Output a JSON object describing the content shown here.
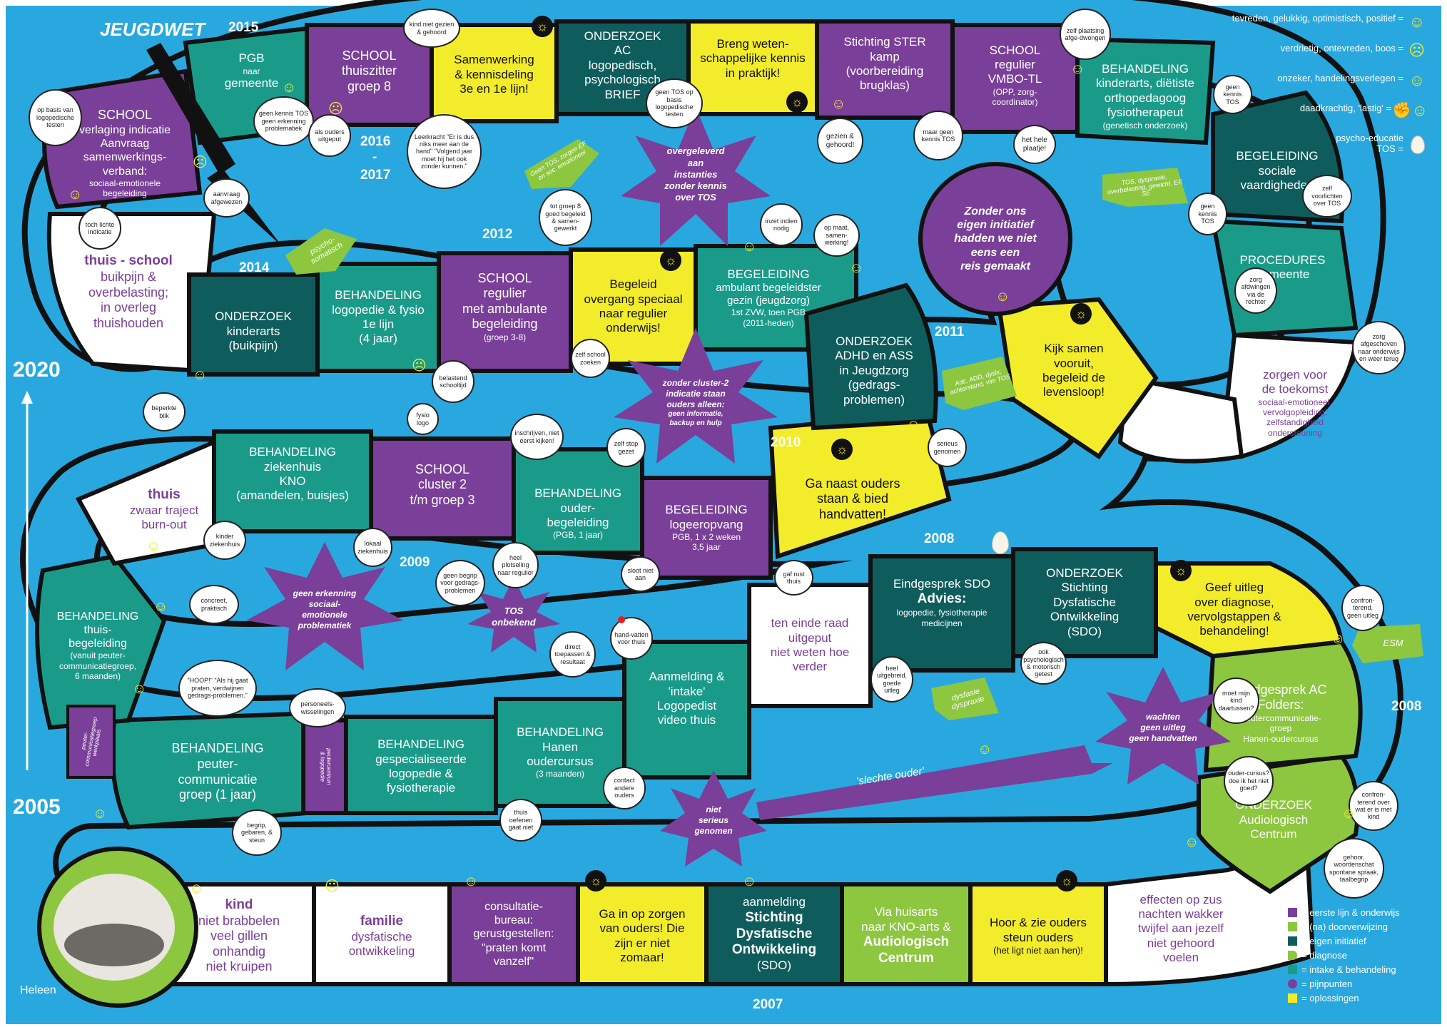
{
  "title": "JEUGDWET",
  "author": "Heleen",
  "axis": {
    "top": "2020",
    "bottom": "2005"
  },
  "years": {
    "y2015": "2015",
    "y2016": "2016",
    "y2016dash": "-",
    "y2017": "2017",
    "y2014": "2014",
    "y2012": "2012",
    "y2011": "2011",
    "y2010": "2010",
    "y2009": "2009",
    "y2008a": "2008",
    "y2008b": "2008",
    "y2007": "2007"
  },
  "row_bottom": [
    {
      "l1": "kind",
      "l2": "niet brabbelen",
      "l3": "veel gillen",
      "l4": "onhandig",
      "l5": "niet kruipen"
    },
    {
      "l1": "familie",
      "l2": "dysfatische",
      "l3": "ontwikkeling"
    },
    {
      "l1": "consultatie-",
      "l2": "bureau:",
      "l3": "gerustgestellen:",
      "l4": "\"praten komt",
      "l5": "vanzelf\""
    },
    {
      "l1": "Ga in op zorgen",
      "l2": "van ouders! Die",
      "l3": "zijn er niet",
      "l4": "zomaar!"
    },
    {
      "l1": "aanmelding",
      "l2": "Stichting",
      "l3": "Dysfatische",
      "l4": "Ontwikkeling",
      "l5": "(SDO)"
    },
    {
      "l1": "Via huisarts",
      "l2": "naar KNO-arts &",
      "l3": "Audiologisch",
      "l4": "Centrum"
    },
    {
      "l1": "Hoor & zie ouders",
      "l2": "steun ouders",
      "l3": "(het ligt niet aan hen)!"
    },
    {
      "l1": "effecten op zus",
      "l2": "nachten wakker",
      "l3": "twijfel aan jezelf",
      "l4": "niet gehoord",
      "l5": "voelen"
    }
  ],
  "row2": [
    {
      "l1": "BEHANDELING",
      "l2": "peuter-",
      "l3": "communicatie",
      "l4": "groep (1 jaar)"
    },
    {
      "l1": "BEHANDELING",
      "l2": "gespecialiseerde",
      "l3": "logopedie &",
      "l4": "fysiotherapie"
    },
    {
      "l1": "BEHANDELING",
      "l2": "Hanen",
      "l3": "oudercursus",
      "l4": "(3 maanden)"
    },
    {
      "l1": "Aanmelding &",
      "l2": "'intake'",
      "l3": "Logopedist",
      "l4": "video thuis"
    },
    {
      "l1": "ten einde raad",
      "l2": "uitgeput",
      "l3": "niet weten hoe",
      "l4": "verder"
    },
    {
      "l1": "Eindgesprek SDO",
      "l2": "Advies:",
      "l3": "logopedie, fysiotherapie",
      "l4": "medicijnen"
    },
    {
      "l1": "ONDERZOEK",
      "l2": "Stichting",
      "l3": "Dysfatische",
      "l4": "Ontwikkeling",
      "l5": "(SDO)"
    },
    {
      "l1": "Geef uitleg",
      "l2": "over diagnose,",
      "l3": "vervolgstappen &",
      "l4": "behandeling!"
    },
    {
      "l1": "Eindgesprek AC",
      "l2": "Folders:",
      "l3": "Peutercommunicatie-",
      "l4": "groep",
      "l5": "Hanen-oudercursus"
    },
    {
      "l1": "ONDERZOEK",
      "l2": "Audiologisch",
      "l3": "Centrum"
    }
  ],
  "row3": [
    {
      "l1": "BEHANDELING",
      "l2": "thuis-",
      "l3": "begeleiding",
      "l4": "(vanuit peuter-",
      "l5": "communicatiegroep,",
      "l6": "6 maanden)"
    },
    {
      "l1": "thuis",
      "l2": "zwaar traject",
      "l3": "burn-out"
    },
    {
      "l1": "BEHANDELING",
      "l2": "ziekenhuis",
      "l3": "KNO",
      "l4": "(amandelen, buisjes)"
    },
    {
      "l1": "SCHOOL",
      "l2": "cluster 2",
      "l3": "t/m groep 3"
    },
    {
      "l1": "BEHANDELING",
      "l2": "ouder-",
      "l3": "begeleiding",
      "l4": "(PGB, 1 jaar)"
    },
    {
      "l1": "BEGELEIDING",
      "l2": "logeeropvang",
      "l3": "PGB, 1 x 2 weken",
      "l4": "3,5 jaar"
    },
    {
      "l1": "Ga naast ouders",
      "l2": "staan & bied",
      "l3": "handvatten!"
    }
  ],
  "row4": [
    {
      "l1": "thuis - school",
      "l2": "buikpijn &",
      "l3": "overbelasting;",
      "l4": "in overleg",
      "l5": "thuishouden"
    },
    {
      "l1": "ONDERZOEK",
      "l2": "kinderarts",
      "l3": "(buikpijn)"
    },
    {
      "l1": "BEHANDELING",
      "l2": "logopedie & fysio",
      "l3": "1e lijn",
      "l4": "(4 jaar)"
    },
    {
      "l1": "SCHOOL",
      "l2": "regulier",
      "l3": "met ambulante",
      "l4": "begeleiding",
      "l5": "(groep 3-8)"
    },
    {
      "l1": "Begeleid",
      "l2": "overgang speciaal",
      "l3": "naar regulier",
      "l4": "onderwijs!"
    },
    {
      "l1": "BEGELEIDING",
      "l2": "ambulant begeleidster",
      "l3": "gezin (jeugdzorg)",
      "l4": "1st ZVW, toen PGB",
      "l5": "(2011-heden)"
    },
    {
      "l1": "ONDERZOEK",
      "l2": "ADHD en ASS",
      "l3": "in Jeugdzorg",
      "l4": "(gedrags-",
      "l5": "problemen)"
    }
  ],
  "row5": [
    {
      "l1": "SCHOOL",
      "l2": "verlaging indicatie",
      "l3": "Aanvraag",
      "l4": "samenwerkings-",
      "l5": "verband:",
      "l6": "sociaal-emotionele",
      "l7": "begeleiding"
    },
    {
      "l1": "PGB",
      "l2": "naar",
      "l3": "gemeente"
    },
    {
      "l1": "SCHOOL",
      "l2": "thuiszitter",
      "l3": "groep 8"
    },
    {
      "l1": "Samenwerking",
      "l2": "& kennisdeling",
      "l3": "3e en 1e lijn!"
    },
    {
      "l1": "ONDERZOEK",
      "l2": "AC",
      "l3": "logopedisch,",
      "l4": "psychologisch",
      "l5": "BRIEF"
    },
    {
      "l1": "Breng weten-",
      "l2": "schappelijke kennis",
      "l3": "in praktijk!"
    },
    {
      "l1": "Stichting STER",
      "l2": "kamp",
      "l3": "(voorbereiding",
      "l4": "brugklas)"
    },
    {
      "l1": "SCHOOL",
      "l2": "regulier",
      "l3": "VMBO-TL",
      "l4": "(OPP, zorg-",
      "l5": "coordinator)"
    },
    {
      "l1": "BEHANDELING",
      "l2": "kinderarts, diëtiste",
      "l3": "orthopedagoog",
      "l4": "fysiotherapeut",
      "l5": "(genetisch onderzoek)"
    },
    {
      "l1": "BEGELEIDING",
      "l2": "sociale",
      "l3": "vaardigheden"
    },
    {
      "l1": "PROCEDURES",
      "l2": "gemeente"
    },
    {
      "l1": "zorgen voor",
      "l2": "de toekomst",
      "l3": "sociaal-emotioneel,",
      "l4": "vervolgopleiding,",
      "l5": "zelfstandigheid",
      "l6": "ondersteuning"
    },
    {
      "l1": "Kijk samen",
      "l2": "vooruit,",
      "l3": "begeleid de",
      "l4": "levensloop!"
    }
  ],
  "final_circle": {
    "l1": "Zonder ons",
    "l2": "eigen initiatief",
    "l3": "hadden we niet",
    "l4": "eens een",
    "l5": "reis gemaakt"
  },
  "stars": {
    "s1": {
      "l1": "overgeleverd",
      "l2": "aan",
      "l3": "instanties",
      "l4": "zonder kennis",
      "l5": "over TOS"
    },
    "s2": {
      "l1": "zonder cluster-2",
      "l2": "indicatie staan",
      "l3": "ouders alleen:",
      "l4": "geen informatie,",
      "l5": "backup en hulp"
    },
    "s3": {
      "l1": "geen erkenning",
      "l2": "sociaal-",
      "l3": "emotionele",
      "l4": "problematiek"
    },
    "s4": {
      "l1": "TOS",
      "l2": "onbekend"
    },
    "s5": {
      "l1": "niet",
      "l2": "serieus",
      "l3": "genomen"
    },
    "s6": {
      "l1": "wachten",
      "l2": "geen uitleg",
      "l3": "geen handvatten"
    }
  },
  "ribbon": "'slechte ouder'",
  "tags": {
    "t1": "psycho-somatisch",
    "t2": "Geen TOS, zorgen EF en soc. emotioneel",
    "t3": "TOS, dyspraxie, overbelasting, gewicht, EF, SE",
    "t4": "Adc, ADD, dyslx, achterstand, vlm TOS",
    "t5": "ESM",
    "t6": "dysfasie dyspraxie"
  },
  "bubbles": {
    "b1": "kind niet gezien & gehoord",
    "b2": "geen kennis TOS geen erkenning problematiek",
    "b3": "als ouders uitgeput",
    "b4": "Leerkracht \"Er is dus niks meer aan de hand\" \"Volgend jaar moet hij het ook zonder kunnen.\"",
    "b5": "geen TOS op basis logopedische testen",
    "b6": "zelf plaatsing afge-dwongen",
    "b7": "gezien & gehoord!",
    "b8": "maar geen kennis TOS",
    "b9": "het hele plaatje!",
    "b10": "geen kennis TOS",
    "b11": "geen kennis TOS",
    "b12": "zelf voorlichten over TOS",
    "b13": "op basis van logopedische testen",
    "b14": "aanvraag afgewezen",
    "b15": "toch lichte indicatie",
    "b16": "tot groep 8 goed begeleid & samen-gewerkt",
    "b17": "inzet indien nodig",
    "b18": "op maat, samen-werking!",
    "b19": "zorg afdwingen via de rechter",
    "b20": "zorg afgeschoven naar onderwijs en weer terug",
    "b21": "beperkte blik",
    "b22": "belastend schooltijd",
    "b23": "zelf school zoeken",
    "b24": "serieus genomen",
    "b25": "fysio logo",
    "b26": "inschrijven, niet eerst kijken!",
    "b27": "zelf stop gezet",
    "b28": "kinder ziekenhuis",
    "b29": "lokaal ziekenhuis",
    "b30": "heel plotseling naar regulier",
    "b31": "geen begrip voor gedrags-problemen",
    "b32": "sloot niet aan",
    "b33": "gaf rust thuis",
    "b34": "concreet, praktisch",
    "b35": "\"HOOP!\" \"Als hij gaat praten, verdwijnen gedrags-problemen.\"",
    "b36": "personeels-wisselingen",
    "b37": "direct toepassen & resultaat",
    "b38": "hand-vatten voor thuis",
    "b39": "heel uitgebreid, goede uitleg",
    "b40": "ook psychologisch & motorisch getest",
    "b41": "confron-terend, geen uitleg",
    "b42": "moet mijn kind daartussen?",
    "b43": "ouder-cursus? doe ik het niet goed?",
    "b44": "confron-terend over wat er is met kind",
    "b45": "gehoor, woordenschat spontane spraak, taalbegrip",
    "b46": "contact andere ouders",
    "b47": "begrip, gebaren, & steun",
    "b48": "thuis oefenen gaat niet"
  },
  "strip_texts": {
    "p1": "peuter-communicatiegroep werkplaats",
    "p2": "peutercentrum & logopedie"
  },
  "emotion_legend": [
    {
      "label": "tevreden, gelukkig, optimistisch, positief =",
      "icon": "happy-face-icon"
    },
    {
      "label": "verdrietig, ontevreden, boos =",
      "icon": "sad-face-icon"
    },
    {
      "label": "onzeker, handelingsverlegen =",
      "icon": "unsure-face-icon"
    },
    {
      "label": "daadkrachtig, 'lastig' =",
      "icon": "strong-face-icon"
    },
    {
      "label": "psycho-educatie",
      "label2": "TOS =",
      "icon": "egg-icon"
    }
  ],
  "color_legend": [
    {
      "label": "= eerste lijn & onderwijs",
      "color": "#7a3f98"
    },
    {
      "label": "= (na) doorverwijzing",
      "color": "#8dc63f"
    },
    {
      "label": "= eigen initiatief",
      "color": "#0f5c5c"
    },
    {
      "label": "= diagnose",
      "color": "#8dc63f"
    },
    {
      "label": "= intake & behandeling",
      "color": "#1a9b8a"
    },
    {
      "label": "= pijnpunten",
      "color": "#7a3f98"
    },
    {
      "label": "= oplossingen",
      "color": "#f2ec2b"
    }
  ],
  "colors": {
    "background": "#29a8e0",
    "purple": "#7a3f98",
    "teal": "#1a9b8a",
    "darkteal": "#0f5c5c",
    "lime": "#8dc63f",
    "yellow": "#f2ec2b",
    "white": "#ffffff"
  }
}
